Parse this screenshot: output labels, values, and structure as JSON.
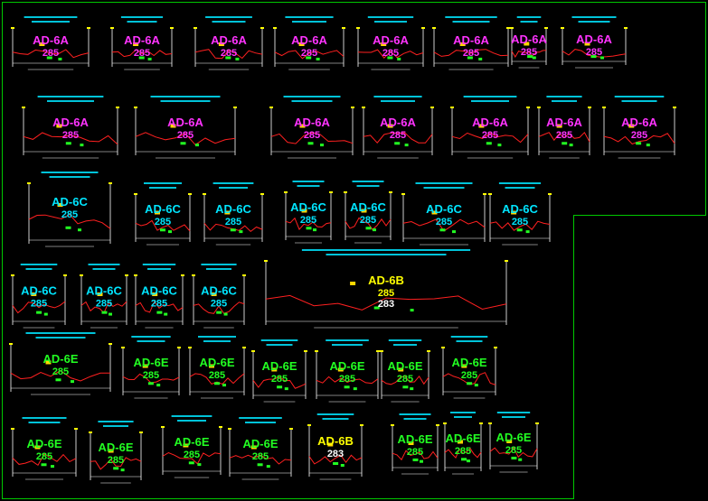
{
  "colors": {
    "background": "#000000",
    "frame": "#00c800",
    "section_line": "#ff2020",
    "caption": "#00e5ff",
    "magenta": "#ff33ff",
    "cyan": "#00e5ff",
    "green": "#22ff22",
    "yellow": "#ffff00",
    "white": "#ffffff",
    "marker": "#ffd700"
  },
  "sheet": {
    "notch_label": "",
    "rows": [
      {
        "sections": [
          {
            "code": "AD-6A",
            "value": "285",
            "color": "magenta"
          },
          {
            "code": "AD-6A",
            "value": "285",
            "color": "magenta"
          },
          {
            "code": "AD-6A",
            "value": "285",
            "color": "magenta"
          },
          {
            "code": "AD-6A",
            "value": "285",
            "color": "magenta"
          },
          {
            "code": "AD-6A",
            "value": "285",
            "color": "magenta"
          },
          {
            "code": "AD-6A",
            "value": "285",
            "color": "magenta"
          },
          {
            "code": "AD-6A",
            "value": "285",
            "color": "magenta"
          },
          {
            "code": "AD-6A",
            "value": "285",
            "color": "magenta"
          }
        ]
      },
      {
        "sections": [
          {
            "code": "AD-6A",
            "value": "285",
            "color": "magenta"
          },
          {
            "code": "AD-6A",
            "value": "285",
            "color": "magenta"
          },
          {
            "code": "AD-6A",
            "value": "285",
            "color": "magenta"
          },
          {
            "code": "AD-6A",
            "value": "285",
            "color": "magenta"
          },
          {
            "code": "AD-6A",
            "value": "285",
            "color": "magenta"
          },
          {
            "code": "AD-6A",
            "value": "285",
            "color": "magenta"
          },
          {
            "code": "AD-6A",
            "value": "285",
            "color": "magenta"
          }
        ]
      },
      {
        "sections": [
          {
            "code": "AD-6C",
            "value": "285",
            "color": "cyan"
          },
          {
            "code": "AD-6C",
            "value": "285",
            "color": "cyan"
          },
          {
            "code": "AD-6C",
            "value": "285",
            "color": "cyan"
          },
          {
            "code": "AD-6C",
            "value": "285",
            "color": "cyan"
          },
          {
            "code": "AD-6C",
            "value": "285",
            "color": "cyan"
          },
          {
            "code": "AD-6C",
            "value": "285",
            "color": "cyan"
          },
          {
            "code": "AD-6C",
            "value": "285",
            "color": "cyan"
          }
        ]
      },
      {
        "sections": [
          {
            "code": "AD-6C",
            "value": "285",
            "color": "cyan"
          },
          {
            "code": "AD-6C",
            "value": "285",
            "color": "cyan"
          },
          {
            "code": "AD-6C",
            "value": "285",
            "color": "cyan"
          },
          {
            "code": "AD-6C",
            "value": "285",
            "color": "cyan"
          },
          {
            "code": "AD-6B",
            "value": "285",
            "value2": "283",
            "color": "yellow"
          }
        ]
      },
      {
        "sections": [
          {
            "code": "AD-6E",
            "value": "285",
            "color": "green"
          },
          {
            "code": "AD-6E",
            "value": "285",
            "color": "green"
          },
          {
            "code": "AD-6E",
            "value": "285",
            "color": "green"
          },
          {
            "code": "AD-6E",
            "value": "285",
            "color": "green"
          },
          {
            "code": "AD-6E",
            "value": "285",
            "color": "green"
          },
          {
            "code": "AD-6E",
            "value": "285",
            "color": "green"
          },
          {
            "code": "AD-6E",
            "value": "285",
            "color": "green"
          }
        ]
      },
      {
        "sections": [
          {
            "code": "AD-6E",
            "value": "285",
            "color": "green"
          },
          {
            "code": "AD-6E",
            "value": "285",
            "color": "green"
          },
          {
            "code": "AD-6E",
            "value": "285",
            "color": "green"
          },
          {
            "code": "AD-6E",
            "value": "285",
            "color": "green"
          },
          {
            "code": "AD-6B",
            "value": "283",
            "color": "white_yellow"
          },
          {
            "code": "AD-6E",
            "value": "285",
            "color": "green"
          },
          {
            "code": "AD-6E",
            "value": "285",
            "color": "green"
          },
          {
            "code": "AD-6E",
            "value": "285",
            "color": "green"
          }
        ]
      }
    ]
  }
}
